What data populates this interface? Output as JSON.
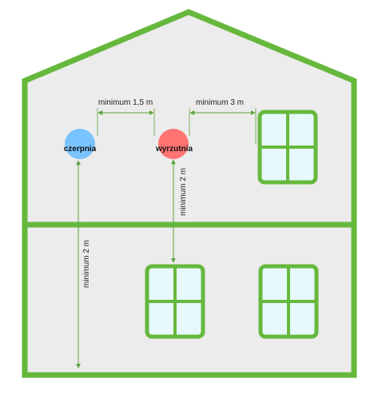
{
  "house": {
    "wall_color": "#ececec",
    "outline_color": "#66b83d",
    "window_glass_color": "#e6f8fc"
  },
  "vents": {
    "intake": {
      "label": "czerpnia",
      "color": "#79c3ff"
    },
    "exhaust": {
      "label": "wyrzutnia",
      "color": "#ff7373"
    }
  },
  "distances": {
    "between_vents": "minimum 1,5 m",
    "exhaust_to_window": "minimum 3 m",
    "exhaust_to_window_below": "minimum 2 m",
    "intake_to_ground": "minimum 2 m"
  },
  "dimension_line_color": "#5aa33a"
}
